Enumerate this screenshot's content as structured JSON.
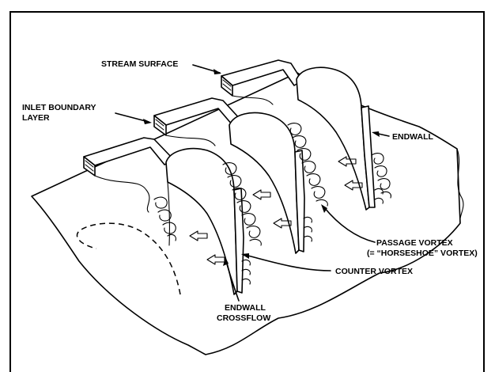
{
  "labels": {
    "stream_surface": "STREAM SURFACE",
    "inlet_boundary_layer_line1": "INLET BOUNDARY",
    "inlet_boundary_layer_line2": "LAYER",
    "endwall": "ENDWALL",
    "passage_vortex_line1": "PASSAGE VORTEX",
    "passage_vortex_line2": "(= “HORSESHOE” VORTEX)",
    "counter_vortex": "COUNTER VORTEX",
    "endwall_crossflow_line1": "ENDWALL",
    "endwall_crossflow_line2": "CROSSFLOW"
  },
  "icons": [
    "blade-icon",
    "vortex-coil-icon",
    "flow-arrow-icon",
    "leader-arrow-icon"
  ]
}
